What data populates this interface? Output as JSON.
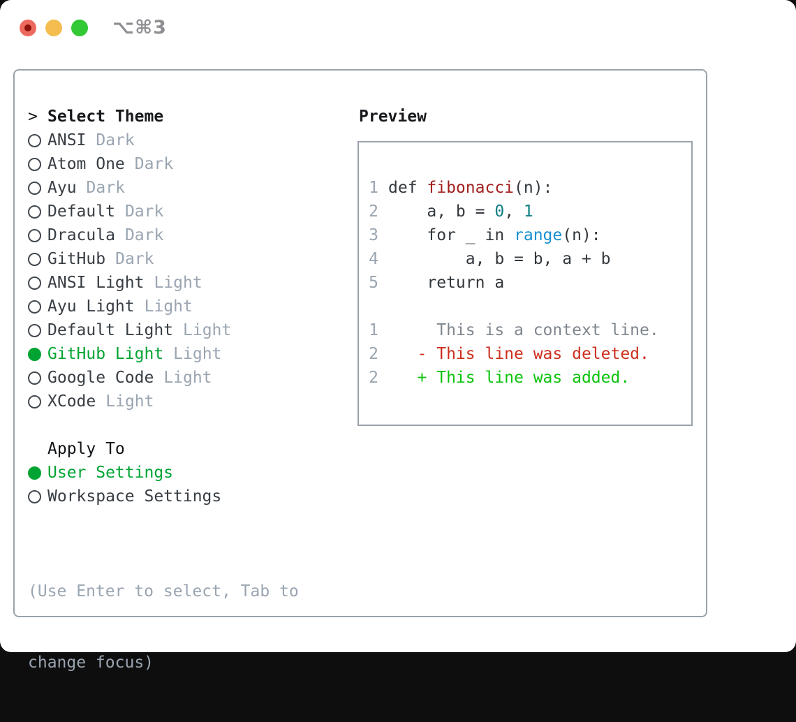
{
  "window": {
    "shortcut_label": "⌥⌘3"
  },
  "colors": {
    "selection_green": "#00a432",
    "added_green": "#0cc30c",
    "deleted_red": "#cc2f1e",
    "function_red": "#a32020",
    "number_teal": "#0e7e85",
    "builtin_blue": "#158fd0",
    "muted_gray": "#9aa5b1",
    "context_gray": "#7f868e",
    "text_dark": "#383e44",
    "border_gray": "#99a2ac",
    "traffic_red": "#ee6a5e",
    "traffic_yellow": "#f5bd4f",
    "traffic_green": "#32c836"
  },
  "theme_menu": {
    "prompt": ">",
    "title": "Select Theme",
    "items": [
      {
        "name": "ANSI",
        "tag": "Dark",
        "selected": false
      },
      {
        "name": "Atom One",
        "tag": "Dark",
        "selected": false
      },
      {
        "name": "Ayu",
        "tag": "Dark",
        "selected": false
      },
      {
        "name": "Default",
        "tag": "Dark",
        "selected": false
      },
      {
        "name": "Dracula",
        "tag": "Dark",
        "selected": false
      },
      {
        "name": "GitHub",
        "tag": "Dark",
        "selected": false
      },
      {
        "name": "ANSI Light",
        "tag": "Light",
        "selected": false
      },
      {
        "name": "Ayu Light",
        "tag": "Light",
        "selected": false
      },
      {
        "name": "Default Light",
        "tag": "Light",
        "selected": false
      },
      {
        "name": "GitHub Light",
        "tag": "Light",
        "selected": true
      },
      {
        "name": "Google Code",
        "tag": "Light",
        "selected": false
      },
      {
        "name": "XCode",
        "tag": "Light",
        "selected": false
      }
    ]
  },
  "apply_to": {
    "title": "Apply To",
    "options": [
      {
        "name": "User Settings",
        "selected": true
      },
      {
        "name": "Workspace Settings",
        "selected": false
      }
    ]
  },
  "hint": {
    "line1": "(Use Enter to select, Tab to",
    "line2": "change focus)"
  },
  "preview": {
    "title": "Preview",
    "code_lines": [
      {
        "num": "1",
        "segments": [
          {
            "t": "def ",
            "c": "code"
          },
          {
            "t": "fibonacci",
            "c": "func"
          },
          {
            "t": "(n):",
            "c": "code"
          }
        ]
      },
      {
        "num": "2",
        "segments": [
          {
            "t": "    a, b = ",
            "c": "code"
          },
          {
            "t": "0",
            "c": "number"
          },
          {
            "t": ", ",
            "c": "code"
          },
          {
            "t": "1",
            "c": "number"
          }
        ]
      },
      {
        "num": "3",
        "segments": [
          {
            "t": "    for _ in ",
            "c": "code"
          },
          {
            "t": "range",
            "c": "builtin"
          },
          {
            "t": "(n):",
            "c": "code"
          }
        ]
      },
      {
        "num": "4",
        "segments": [
          {
            "t": "        a, b = b, a + b",
            "c": "code"
          }
        ]
      },
      {
        "num": "5",
        "segments": [
          {
            "t": "    return a",
            "c": "code"
          }
        ]
      }
    ],
    "diff_lines": [
      {
        "num": "1",
        "segments": [
          {
            "t": "     This is a context line.",
            "c": "context"
          }
        ]
      },
      {
        "num": "2",
        "segments": [
          {
            "t": "   - This line was deleted.",
            "c": "deleted"
          }
        ]
      },
      {
        "num": "2",
        "segments": [
          {
            "t": "   + This line was added.",
            "c": "added"
          }
        ]
      }
    ]
  }
}
